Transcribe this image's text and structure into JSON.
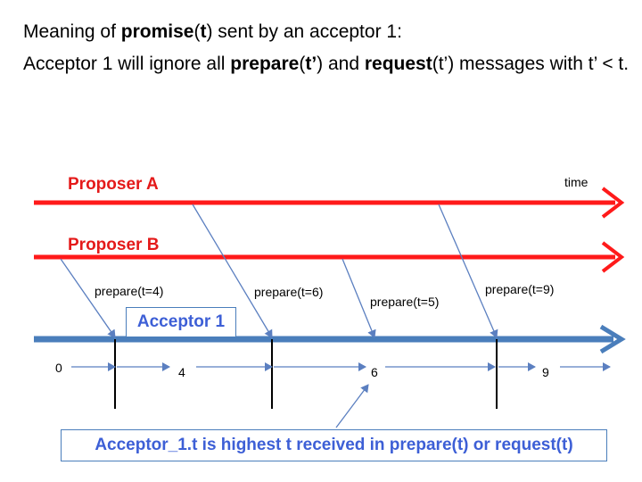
{
  "heading": {
    "line1": [
      {
        "text": "Meaning of ",
        "bold": false
      },
      {
        "text": "promise",
        "bold": true
      },
      {
        "text": "(",
        "bold": false
      },
      {
        "text": "t",
        "bold": true
      },
      {
        "text": ") sent by an acceptor 1:",
        "bold": false
      }
    ],
    "line2": [
      {
        "text": "Acceptor 1 will ignore all ",
        "bold": false
      },
      {
        "text": "prepare",
        "bold": true
      },
      {
        "text": "(",
        "bold": false
      },
      {
        "text": "t’",
        "bold": true
      },
      {
        "text": ") and ",
        "bold": false
      },
      {
        "text": "request",
        "bold": true
      },
      {
        "text": "(t’) messages with t’ < t.",
        "bold": false
      }
    ]
  },
  "diagram": {
    "time_label": "time",
    "proposers": [
      {
        "label": "Proposer A",
        "color": "#e41a1a"
      },
      {
        "label": "Proposer B",
        "color": "#e41a1a"
      }
    ],
    "acceptor": {
      "label": "Acceptor 1",
      "color": "#4a7ebb"
    },
    "messages": [
      {
        "label": "prepare(t=4)"
      },
      {
        "label": "prepare(t=6)"
      },
      {
        "label": "prepare(t=5)"
      },
      {
        "label": "prepare(t=9)"
      }
    ],
    "acceptor_t_values": [
      "0",
      "4",
      "6",
      "9"
    ],
    "note": "Acceptor_1.t is highest t received in prepare(t) or request(t)"
  },
  "colors": {
    "proposer_line": "#ff1a1a",
    "acceptor_line": "#4a7ebb",
    "message_arrow": "#6a8ec8",
    "label_text": "#3d5fd6"
  }
}
